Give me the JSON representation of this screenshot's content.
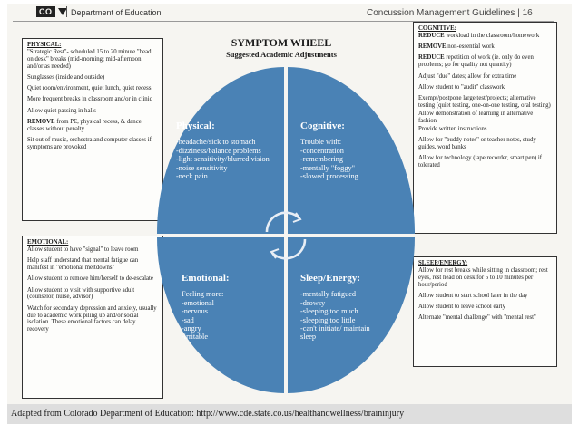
{
  "header": {
    "logo": "CO",
    "department": "Department of Education",
    "page_title": "Concussion Management Guidelines | 16"
  },
  "wheel": {
    "title": "SYMPTOM WHEEL",
    "subtitle": "Suggested Academic Adjustments",
    "quadrant_color": "#4a82b5",
    "quadrants": {
      "physical": {
        "heading": "Physical:",
        "items": "-headache/sick to stomach\n-dizziness/balance problems\n-light sensitivity/blurred vision\n-noise sensitivity\n-neck pain"
      },
      "cognitive": {
        "heading": "Cognitive:",
        "items": "Trouble with:\n -concentration\n -remembering\n -mentally \"foggy\"\n -slowed processing"
      },
      "emotional": {
        "heading": "Emotional:",
        "items": "Feeling more:\n -emotional\n -nervous\n -sad\n -angry\n -irritable"
      },
      "sleep": {
        "heading": "Sleep/Energy:",
        "items": "-mentally fatigued\n-drowsy\n-sleeping too much\n-sleeping too little\n-can't initiate/ maintain\n sleep"
      }
    }
  },
  "panels": {
    "physical": {
      "title": "PHYSICAL:",
      "items": [
        "\"Strategic Rest\"- scheduled 15 to 20 minute \"head on desk\" breaks (mid-morning; mid-afternoon and/or as needed)",
        "Sunglasses (inside and outside)",
        "Quiet room/environment, quiet lunch, quiet recess",
        "More frequent breaks in classroom and/or in clinic",
        "Allow quiet passing in halls",
        "from PE, physical recess, & dance classes without penalty",
        "Sit out of music, orchestra and computer classes if symptoms are provoked"
      ],
      "remove_keyword": "REMOVE"
    },
    "cognitive": {
      "title": "COGNITIVE:",
      "reduce_keyword": "REDUCE",
      "remove_keyword": "REMOVE",
      "item_workload": "workload in the classroom/homework",
      "item_nonessential": "non-essential work",
      "item_repetition": "repetition of work (ie. only do even problems; go for quality not quantity)",
      "items": [
        "Adjust \"due\" dates; allow for extra time",
        "Allow student to \"audit\" classwork",
        "Exempt/postpone large test/projects; alternative testing (quiet testing, one-on-one testing, oral testing)",
        "Allow demonstration of learning in alternative fashion",
        "Provide written instructions",
        "Allow for \"buddy notes\" or teacher notes, study guides, word banks",
        "Allow for technology (tape recorder, smart pen) if tolerated"
      ]
    },
    "emotional": {
      "title": "EMOTIONAL:",
      "items": [
        "Allow student to have \"signal\" to leave room",
        "Help staff understand that mental fatigue can manifest in \"emotional meltdowns\"",
        "Allow student to remove him/herself to de-escalate",
        "Allow student to visit with supportive adult (counselor, nurse, advisor)",
        "Watch for secondary depression and anxiety, usually due to academic work piling up and/or social isolation. These emotional factors can delay recovery"
      ]
    },
    "sleep": {
      "title": "SLEEP/ENERGY:",
      "items": [
        "Allow for rest breaks while sitting in classroom; rest eyes, rest head on desk for 5 to 10 minutes per hour/period",
        "Allow student to start school later in the day",
        "Allow student to leave school early",
        "Alternate \"mental challenge\" with \"mental rest\""
      ]
    }
  },
  "caption": "Adapted from Colorado Department of Education: http://www.cde.state.co.us/healthandwellness/braininjury"
}
